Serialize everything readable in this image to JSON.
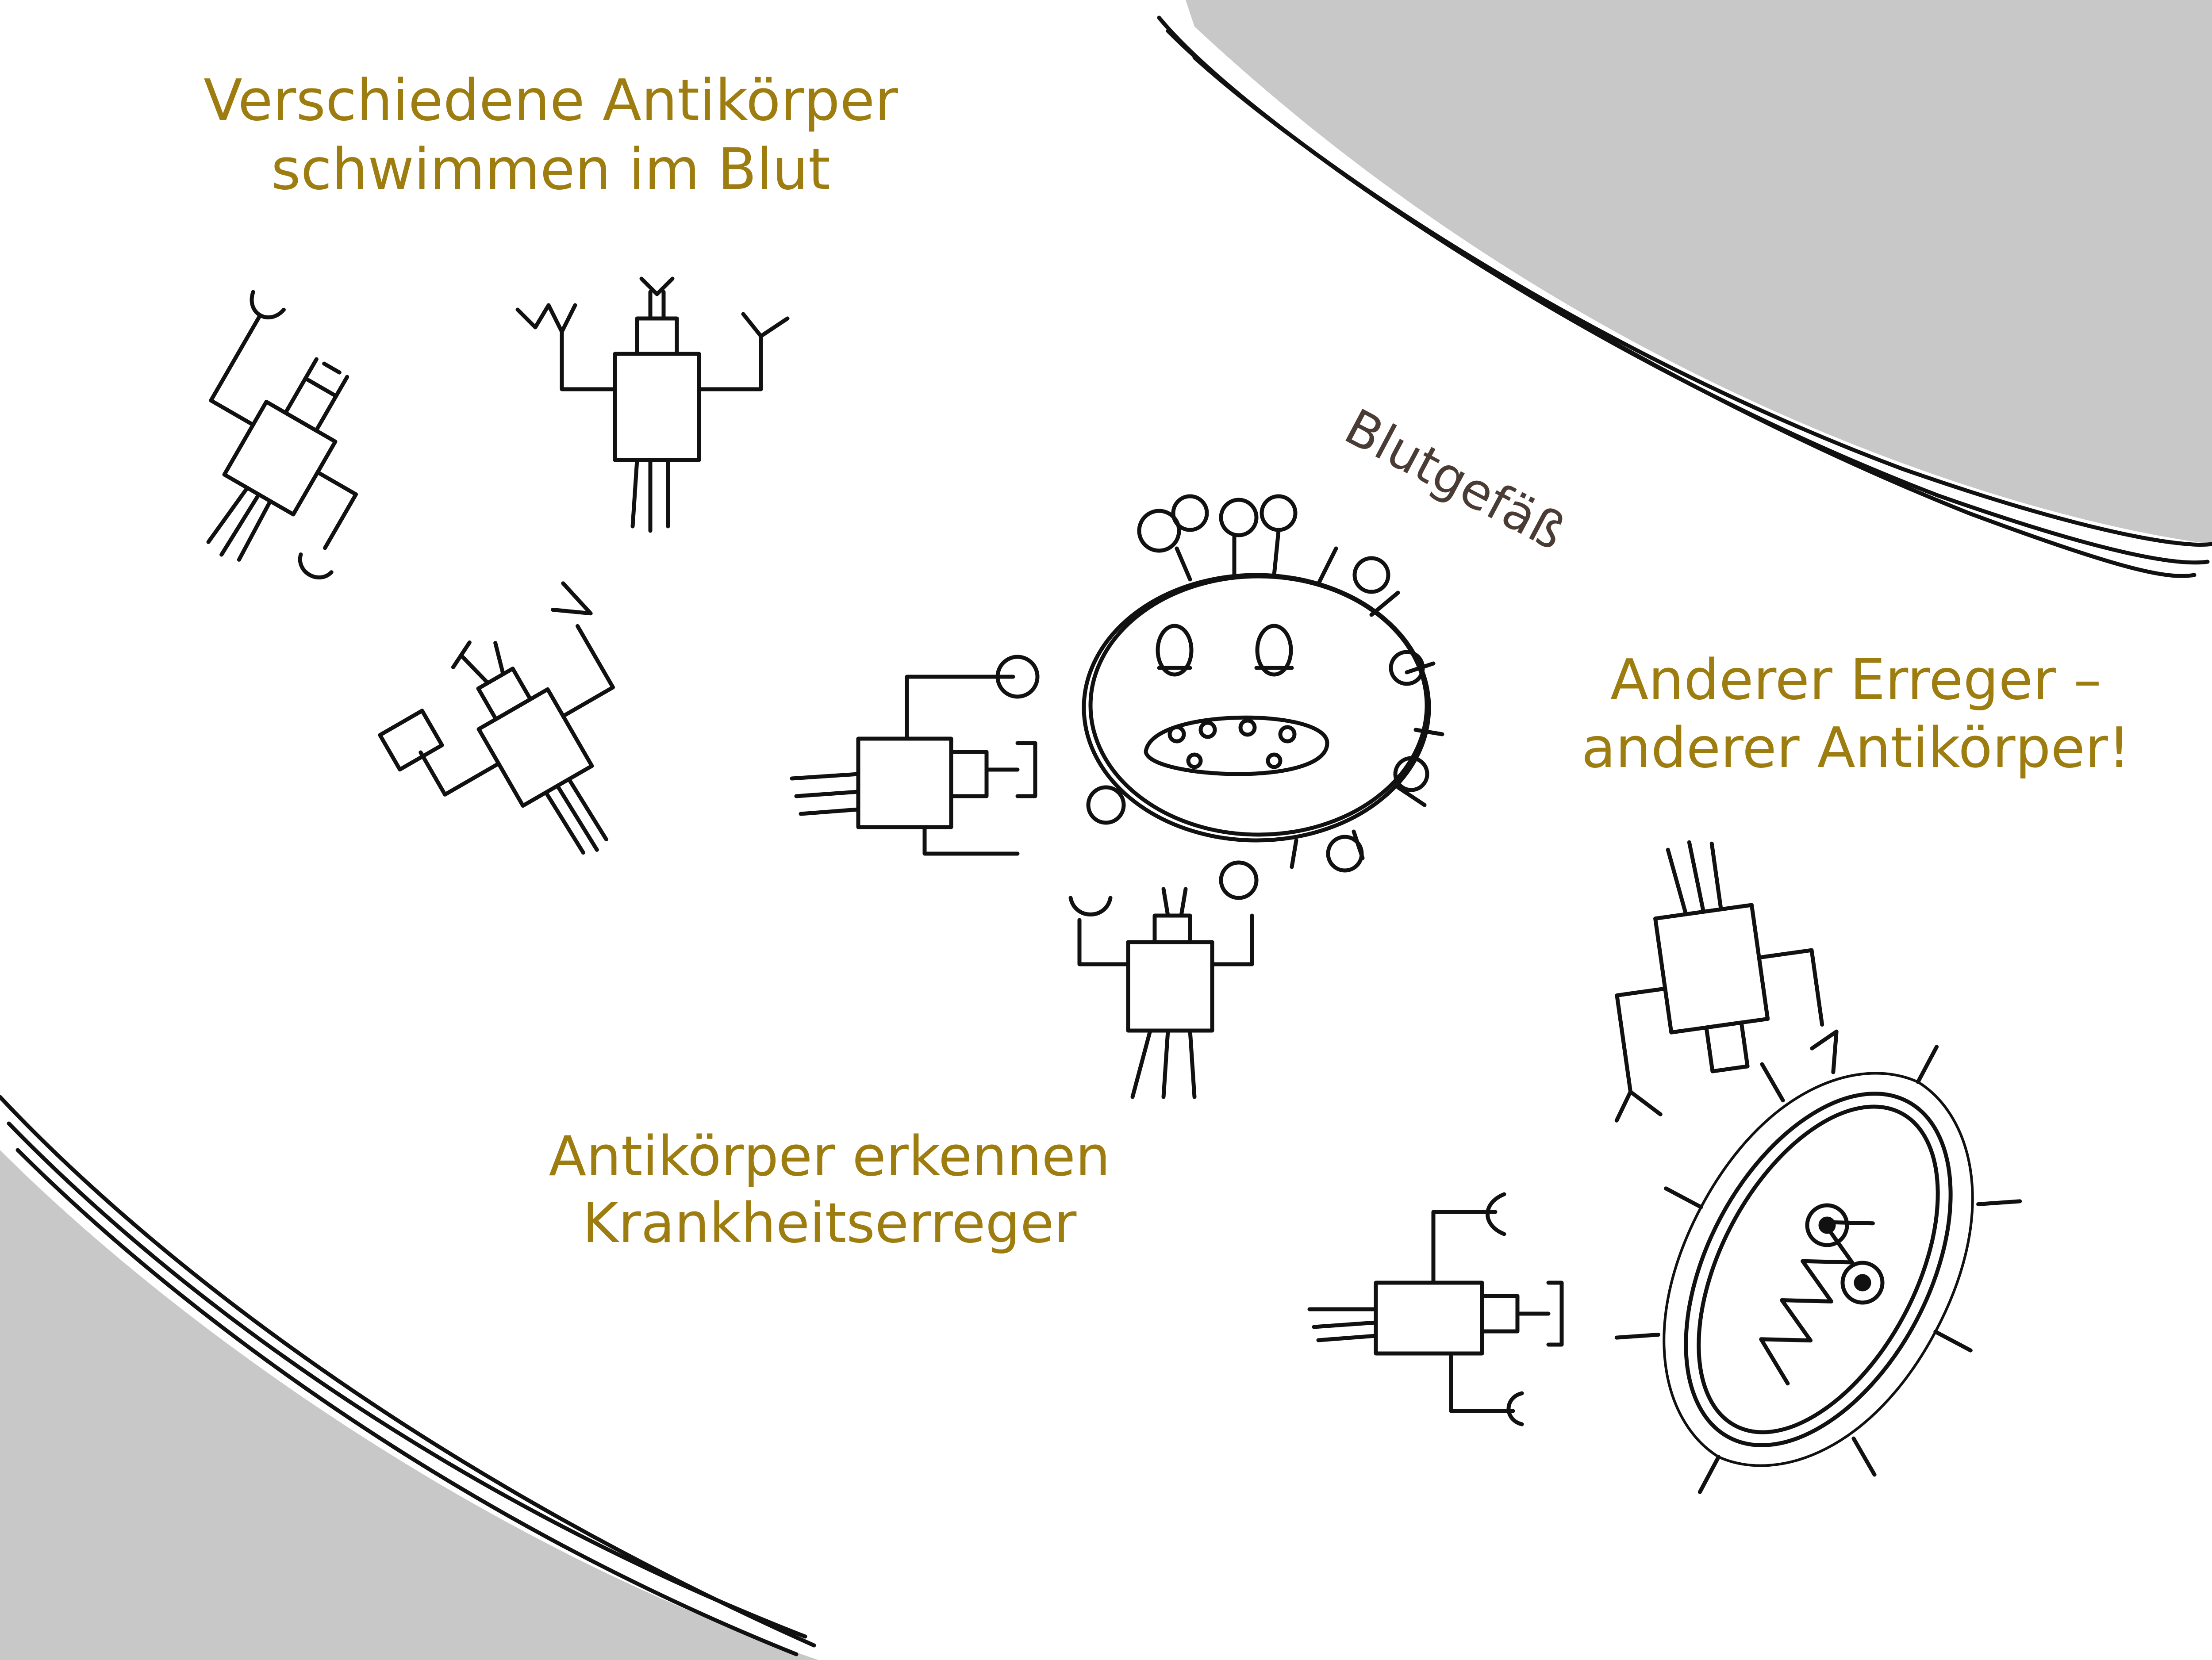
{
  "labels": {
    "antibodies_float": {
      "line1": "Verschiedene Antikörper",
      "line2": "schwimmen im Blut"
    },
    "blood_vessel": "Blutgefäß",
    "antibodies_recognize": {
      "line1": "Antikörper erkennen",
      "line2": "Krankheitserreger"
    },
    "other_pathogen": {
      "line1": "Anderer Erreger –",
      "line2": "anderer Antikörper!"
    }
  },
  "colors": {
    "label_text": "#9e7d10",
    "vessel_label": "#4a3c35",
    "vessel_wall": "#c8c8c8",
    "ink": "#111111",
    "background": "#ffffff"
  }
}
